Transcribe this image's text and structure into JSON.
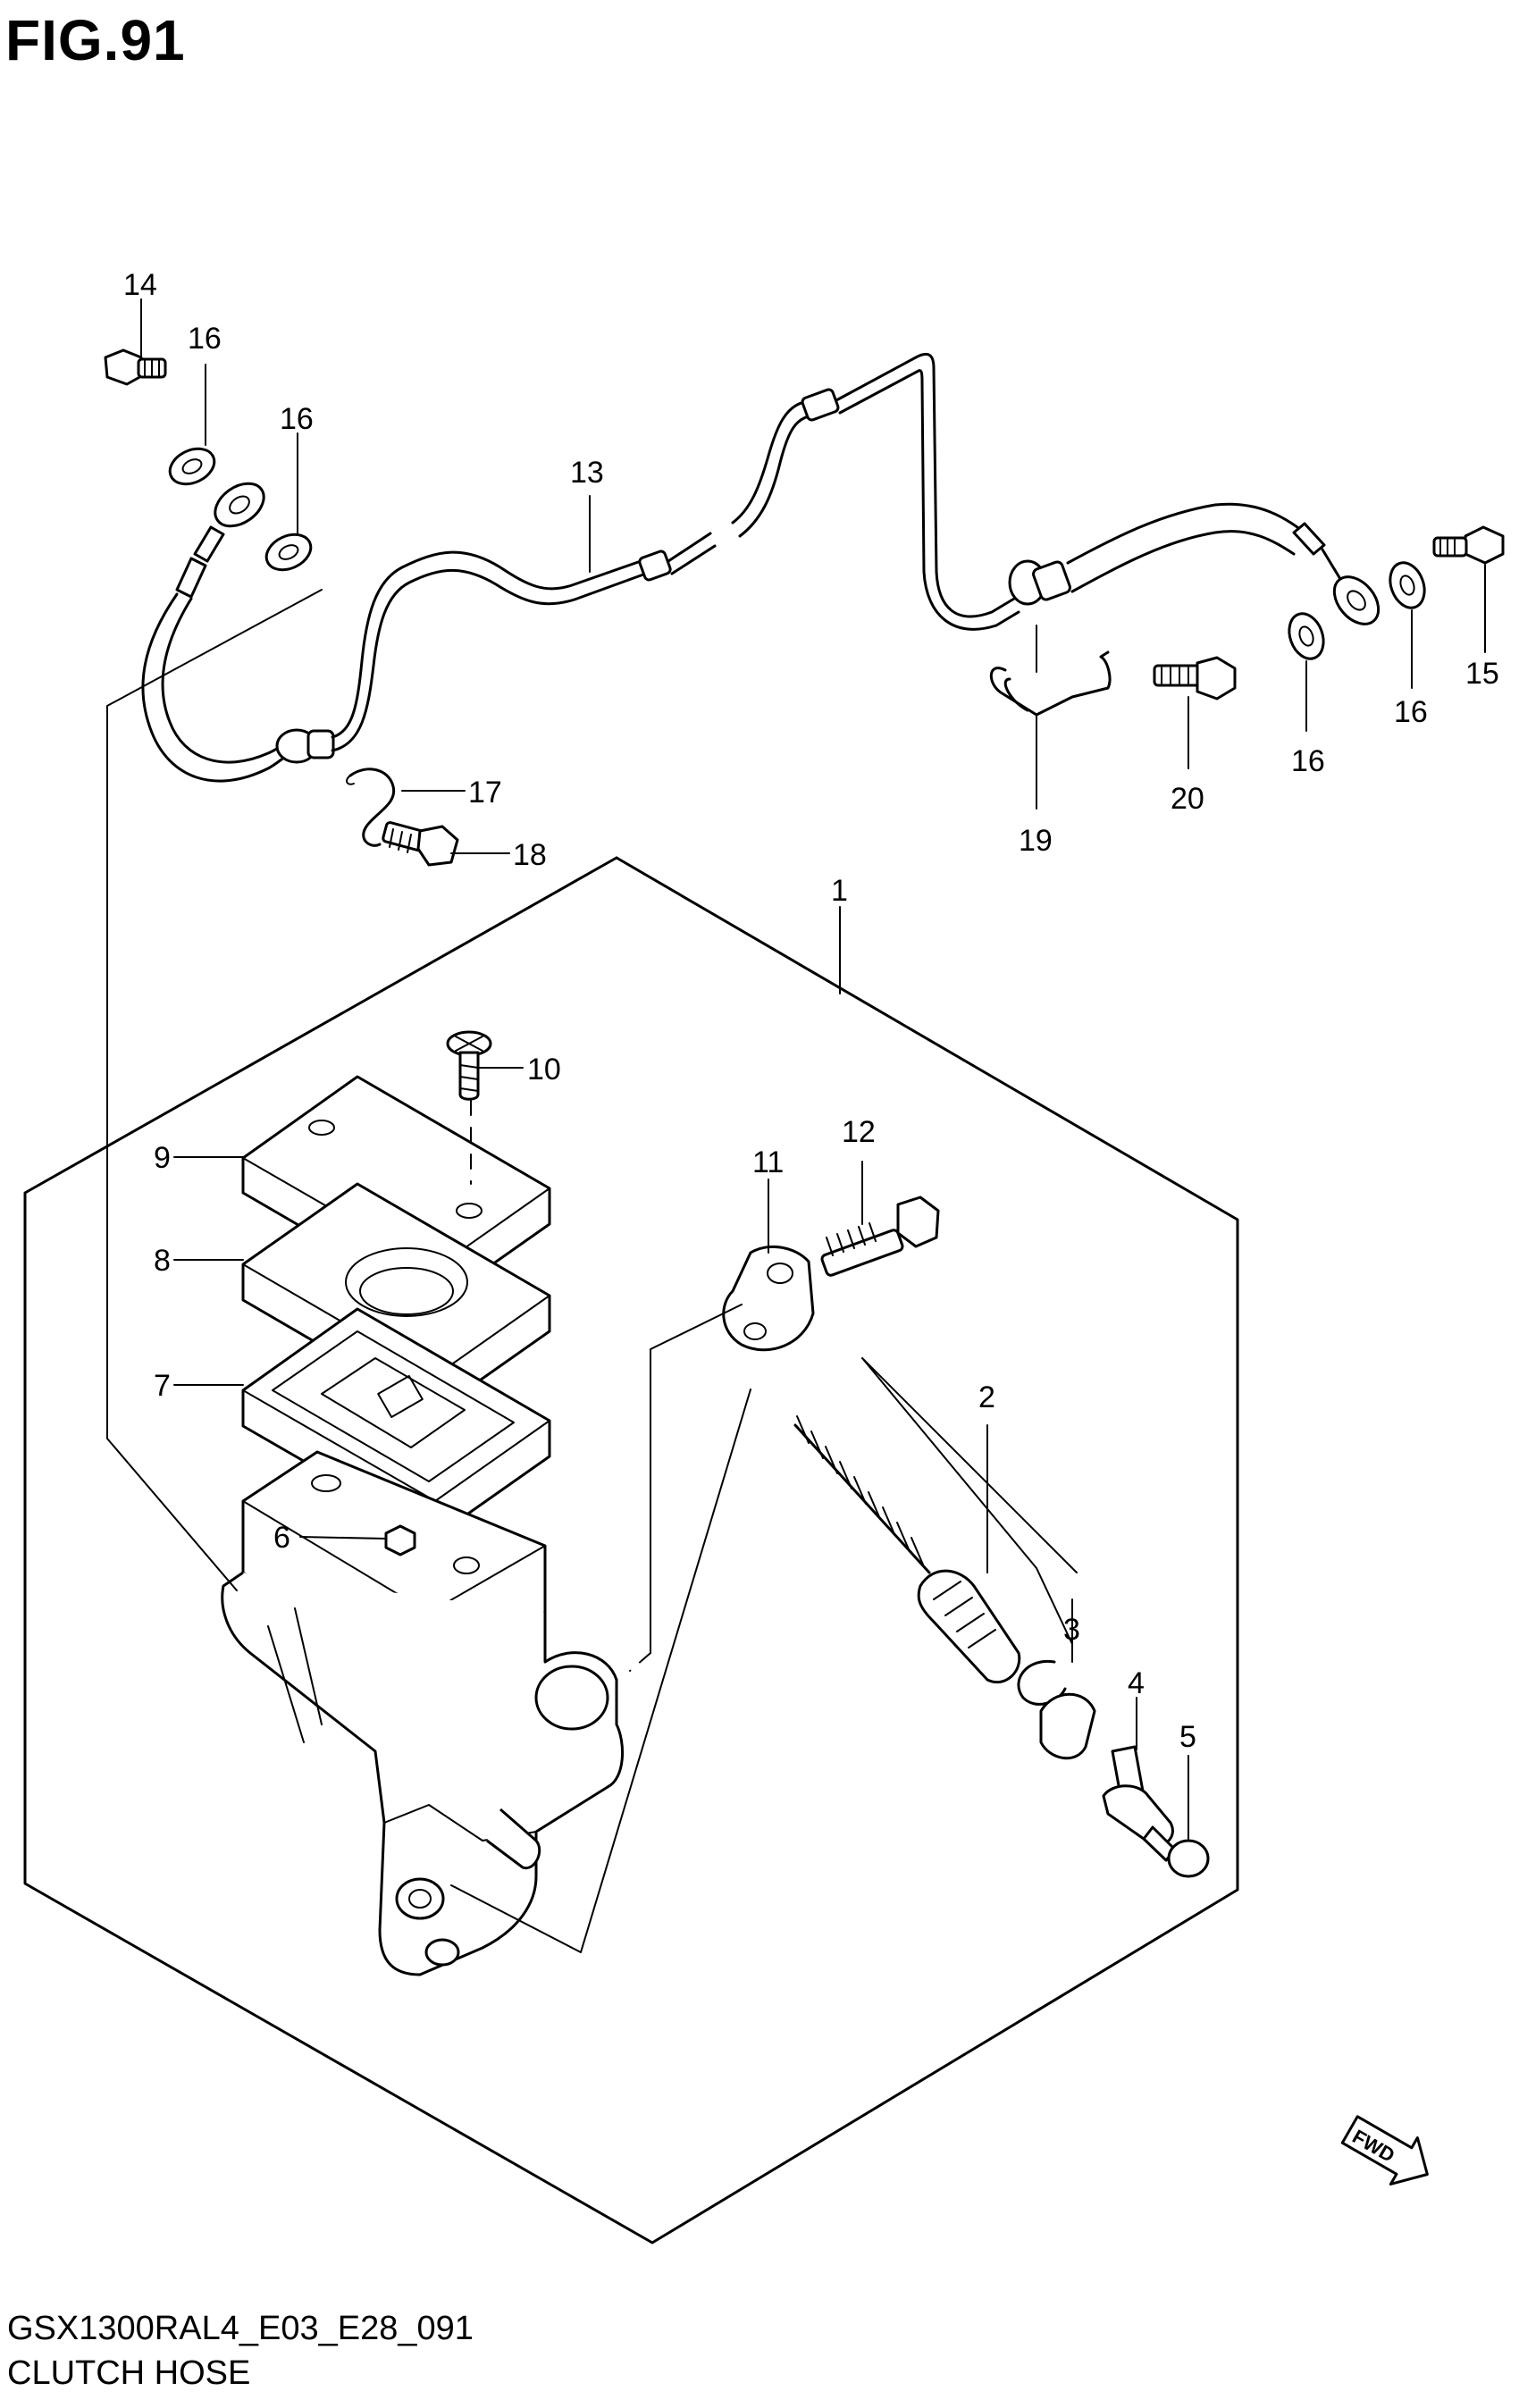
{
  "figure": {
    "title": "FIG.91",
    "code": "GSX1300RAL4_E03_E28_091",
    "caption": "CLUTCH HOSE",
    "fwd_mark": "FWD"
  },
  "callouts": {
    "c1": "1",
    "c2": "2",
    "c3": "3",
    "c4": "4",
    "c5": "5",
    "c6": "6",
    "c7": "7",
    "c8": "8",
    "c9": "9",
    "c10": "10",
    "c11": "11",
    "c12": "12",
    "c13": "13",
    "c14": "14",
    "c15": "15",
    "c16a": "16",
    "c16b": "16",
    "c16c": "16",
    "c16d": "16",
    "c17": "17",
    "c18": "18",
    "c19": "19",
    "c20": "20"
  }
}
